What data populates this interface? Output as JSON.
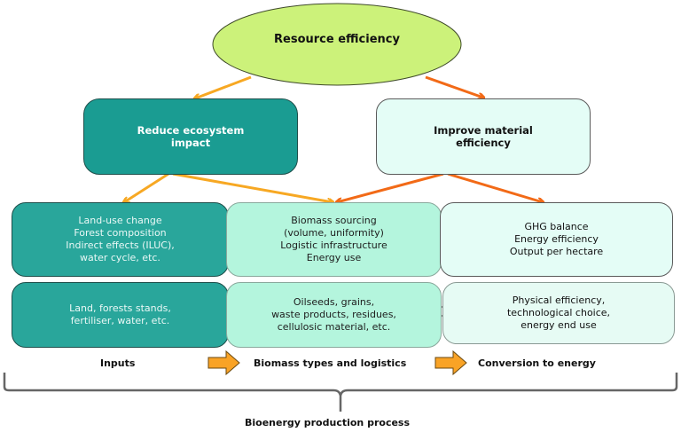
{
  "top": {
    "title": "Resource efficiency"
  },
  "level2": {
    "left": "Reduce ecosystem\nimpact",
    "right": "Improve material\nefficiency"
  },
  "row1": {
    "inputs": "Land-use change\nForest composition\nIndirect effects (ILUC),\nwater cycle, etc.",
    "biomass": "Biomass sourcing\n(volume, uniformity)\nLogistic infrastructure\nEnergy use",
    "conversion": "GHG balance\nEnergy efficiency\nOutput per hectare"
  },
  "row2": {
    "inputs": "Land, forests stands,\nfertiliser, water, etc.",
    "biomass": "Oilseeds, grains,\nwaste products, residues,\ncellulosic material, etc.",
    "conversion": "Physical efficiency,\ntechnological choice,\nenergy end use"
  },
  "stages": {
    "inputs": "Inputs",
    "biomass": "Biomass types and logistics",
    "conversion": "Conversion to energy"
  },
  "process": {
    "label": "Bioenergy production process"
  },
  "colors": {
    "ellipse": "#ccf27a",
    "arrow_light": "#f7a823",
    "arrow_dark": "#f26a17",
    "teal": "#1a9c92",
    "mint": "#b4f5dd",
    "pale": "#e4fdf6",
    "stage_arrow": "#f9a326"
  }
}
